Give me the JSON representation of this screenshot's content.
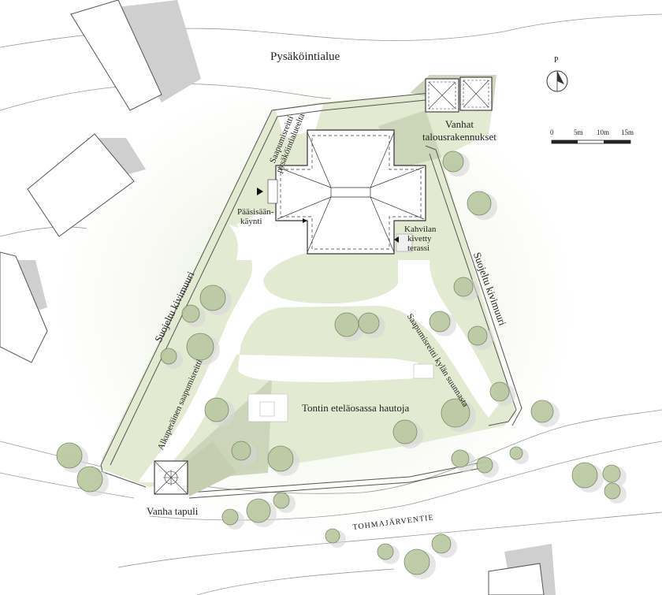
{
  "labels": {
    "parking": "Pysäköintialue",
    "outbuildings_line1": "Vanhat",
    "outbuildings_line2": "talousrakennukset",
    "route_parking_line1": "Saapumisreitti",
    "route_parking_line2": "pysäköintialueelta",
    "main_entrance_line1": "Pääsisään-",
    "main_entrance_line2": "käynti",
    "cafe_line1": "Kahvilan",
    "cafe_line2": "kivetty",
    "cafe_line3": "terassi",
    "wall_left": "Suojeltu kivimuuri",
    "wall_right": "Suojeltu kivimuuri",
    "route_village": "Saapumisreitti kylän suunnasta",
    "route_original": "Alkuperäinen saapumisreitti",
    "graves": "Tontin eteläosassa hautoja",
    "bell_tower": "Vanha tapuli",
    "road": "TOHMAJÄRVENTIE"
  },
  "north_arrow": {
    "label": "P"
  },
  "scale_bar": {
    "ticks": [
      "0",
      "5m",
      "10m",
      "15m"
    ]
  },
  "colors": {
    "lawn": "#e3ead2",
    "wall": "#ffffff",
    "building_outline": "#333333",
    "shadow": "#c9c9c9",
    "tree_fill": "#b9c9a0",
    "tree_stroke": "#6f7f5a"
  }
}
